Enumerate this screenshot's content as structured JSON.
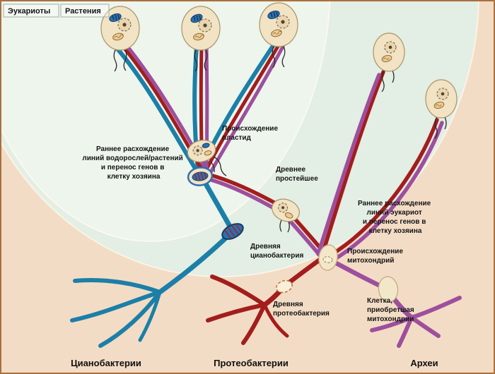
{
  "regions": {
    "eukaryotes_label": "Эукариоты",
    "plants_label": "Растения"
  },
  "annotations": {
    "plastid_origin": [
      "Происхождение",
      "пластид"
    ],
    "algae_plant_divergence": [
      "Раннее расхождение",
      "линий водорослей/растений",
      "и перенос генов в",
      "клетку хозяина"
    ],
    "ancient_protist": [
      "Древнее",
      "простейшее"
    ],
    "eukaryote_divergence": [
      "Раннее расхождение",
      "линий эукариот",
      "и перенос генов в",
      "клетку хозяина"
    ],
    "ancient_cyanobacterium": [
      "Древняя",
      "цианобактерия"
    ],
    "mitochondria_origin": [
      "Происхождение",
      "митохондрий"
    ],
    "ancient_proteobacterium": [
      "Древняя",
      "протеобактерия"
    ],
    "cell_with_mitochondria": [
      "Клетка,",
      "приобретшая",
      "митохондрии"
    ]
  },
  "lineages": {
    "cyanobacteria": {
      "label": "Цианобактерии",
      "color": "#1b7fa8"
    },
    "proteobacteria": {
      "label": "Протеобактерии",
      "color": "#a31d1d"
    },
    "archaea": {
      "label": "Археи",
      "color": "#9d4f9d"
    }
  },
  "colors": {
    "background": "#f3dcc5",
    "eukaryote_region": "#e3eee4",
    "plant_region": "#edf5ec",
    "cell_fill": "#f1e3c4",
    "plastid_blue": "#2b6fb0",
    "frame": "#a8713f"
  }
}
